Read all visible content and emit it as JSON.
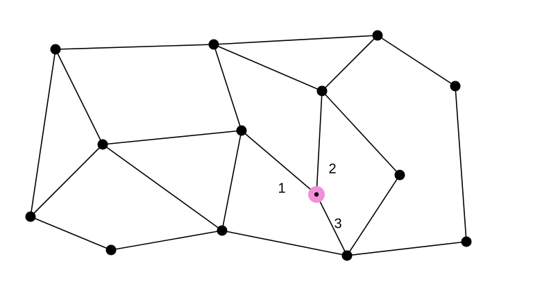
{
  "graph": {
    "colors": {
      "edge": "#000000",
      "node": "#000000",
      "highlight": "#f28fd6",
      "background": "#ffffff"
    },
    "nodes": [
      {
        "id": "n1"
      },
      {
        "id": "n2"
      },
      {
        "id": "n3"
      },
      {
        "id": "n4"
      },
      {
        "id": "n5"
      },
      {
        "id": "n6"
      },
      {
        "id": "n7"
      },
      {
        "id": "n8"
      },
      {
        "id": "n9"
      },
      {
        "id": "n10"
      },
      {
        "id": "n11"
      },
      {
        "id": "n12"
      },
      {
        "id": "n13"
      },
      {
        "id": "n14"
      },
      {
        "id": "n15"
      },
      {
        "id": "n16",
        "highlighted": true
      }
    ],
    "edges": [
      [
        "n1",
        "n2"
      ],
      [
        "n2",
        "n3"
      ],
      [
        "n3",
        "n4"
      ],
      [
        "n1",
        "n5"
      ],
      [
        "n1",
        "n6"
      ],
      [
        "n5",
        "n6"
      ],
      [
        "n5",
        "n7"
      ],
      [
        "n5",
        "n9"
      ],
      [
        "n6",
        "n8"
      ],
      [
        "n8",
        "n9"
      ],
      [
        "n2",
        "n7"
      ],
      [
        "n2",
        "n10"
      ],
      [
        "n7",
        "n9"
      ],
      [
        "n3",
        "n10"
      ],
      [
        "n4",
        "n13"
      ],
      [
        "n9",
        "n11"
      ],
      [
        "n11",
        "n13"
      ],
      [
        "n10",
        "n12"
      ],
      [
        "n11",
        "n12"
      ],
      [
        "n7",
        "n16"
      ],
      [
        "n10",
        "n16"
      ],
      [
        "n11",
        "n16"
      ]
    ],
    "edge_labels": [
      {
        "edge": [
          "n7",
          "n16"
        ],
        "text": "1"
      },
      {
        "edge": [
          "n10",
          "n16"
        ],
        "text": "2"
      },
      {
        "edge": [
          "n11",
          "n16"
        ],
        "text": "3"
      }
    ]
  }
}
